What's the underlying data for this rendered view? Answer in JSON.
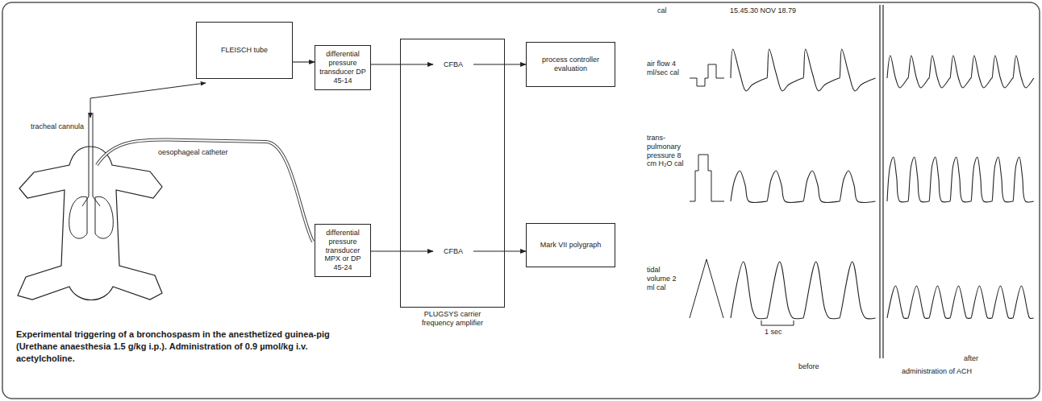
{
  "diagram": {
    "caption": "Experimental triggering of a bronchospasm in the anesthetized guinea-pig (Urethane anaesthesia 1.5 g/kg i.p.). Administration of 0.9 µmol/kg i.v. acetylcholine.",
    "nodes": [
      {
        "text": [
          "FLEISCH tube"
        ]
      },
      {
        "text": [
          "differential pressure transducer DP 45-14"
        ]
      },
      {
        "text": [
          "PLUGSYS carrier frequency amplifier"
        ]
      },
      {
        "text": [
          "CFBA"
        ],
        "in": 2
      },
      {
        "text": [
          "process controller evaluation"
        ]
      },
      {
        "text": [
          "differential pressure transducer MPX or DP 45-24"
        ]
      },
      {
        "text": [
          "CFBA"
        ],
        "in": 2
      },
      {
        "text": [
          "Mark VII polygraph"
        ]
      }
    ],
    "edges": [
      {
        "from": 0,
        "to": 1,
        "arrow": "to"
      },
      {
        "from": 1,
        "to": 3,
        "arrow": "to"
      },
      {
        "from": 3,
        "to": 4,
        "arrow": "to"
      },
      {
        "from": 5,
        "to": 6,
        "arrow": "to"
      },
      {
        "from": 6,
        "to": 7,
        "arrow": "to"
      }
    ],
    "labels": [
      "tracheal cannula",
      "oesophageal catheter",
      "cal",
      "15.45.30 NOV 18.79",
      "air flow 4 ml/sec cal",
      "trans-pulmonary pressure 8 cm H₂O cal",
      "tidal volume 2 ml cal",
      "1 sec",
      "before",
      "after",
      "administration of ACH"
    ]
  }
}
